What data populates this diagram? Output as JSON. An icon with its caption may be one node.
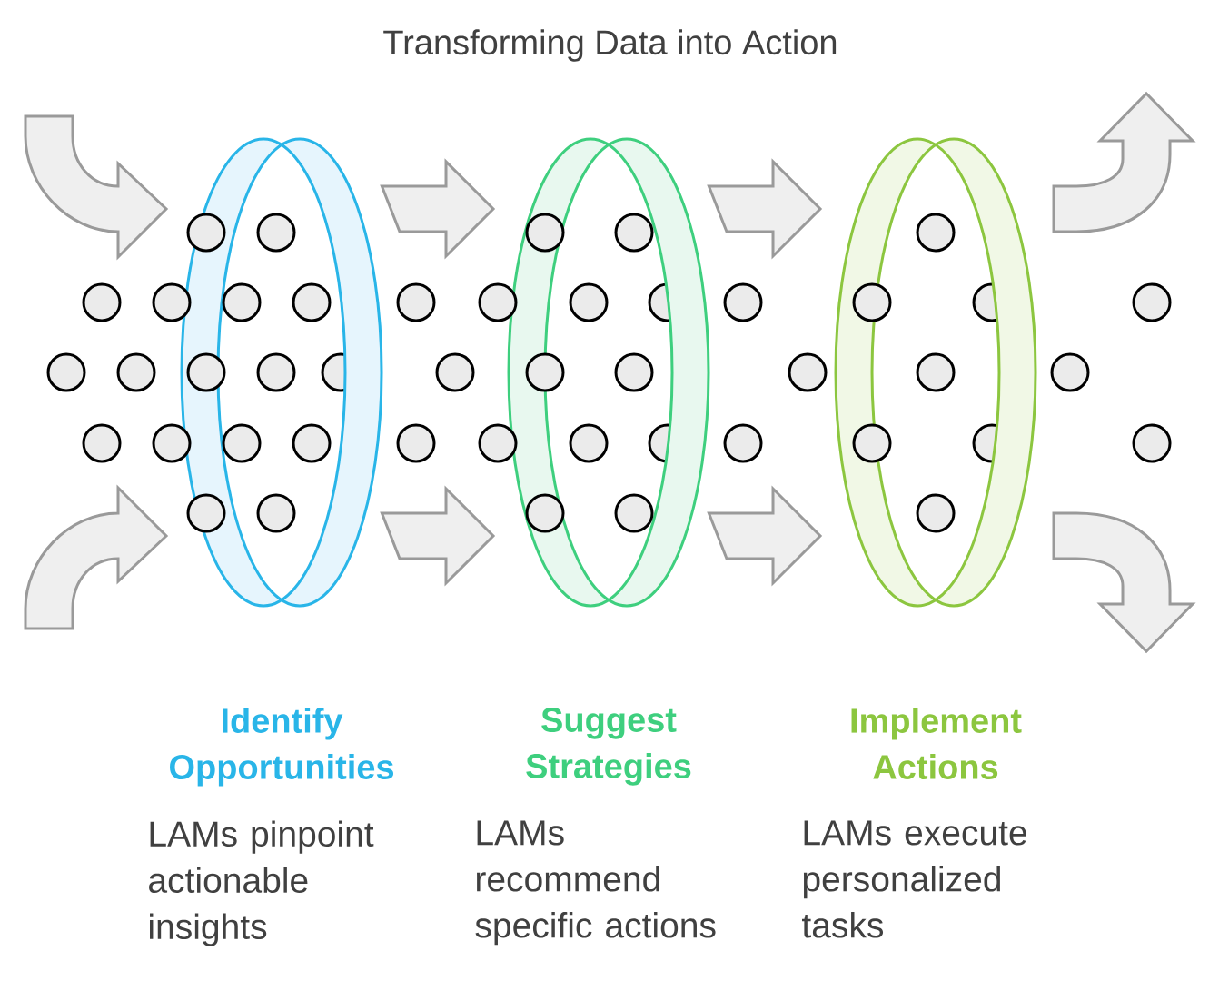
{
  "diagram": {
    "title": "Transforming Data into Action",
    "nodes": [
      {
        "text": [
          "Identify Opportunities",
          "LAMs pinpoint actionable insights"
        ]
      },
      {
        "text": [
          "Suggest Strategies",
          "LAMs recommend specific actions"
        ]
      },
      {
        "text": [
          "Implement Actions",
          "LAMs execute personalized tasks"
        ]
      }
    ],
    "edges": [
      {
        "from": null,
        "to": 0,
        "arrow": "to"
      },
      {
        "from": null,
        "to": 0,
        "arrow": "to"
      },
      {
        "from": 0,
        "to": 1,
        "arrow": "to"
      },
      {
        "from": 0,
        "to": 1,
        "arrow": "to"
      },
      {
        "from": 1,
        "to": 2,
        "arrow": "to"
      },
      {
        "from": 1,
        "to": 2,
        "arrow": "to"
      },
      {
        "from": 2,
        "to": null,
        "arrow": "to"
      },
      {
        "from": 2,
        "to": null,
        "arrow": "to"
      }
    ]
  }
}
